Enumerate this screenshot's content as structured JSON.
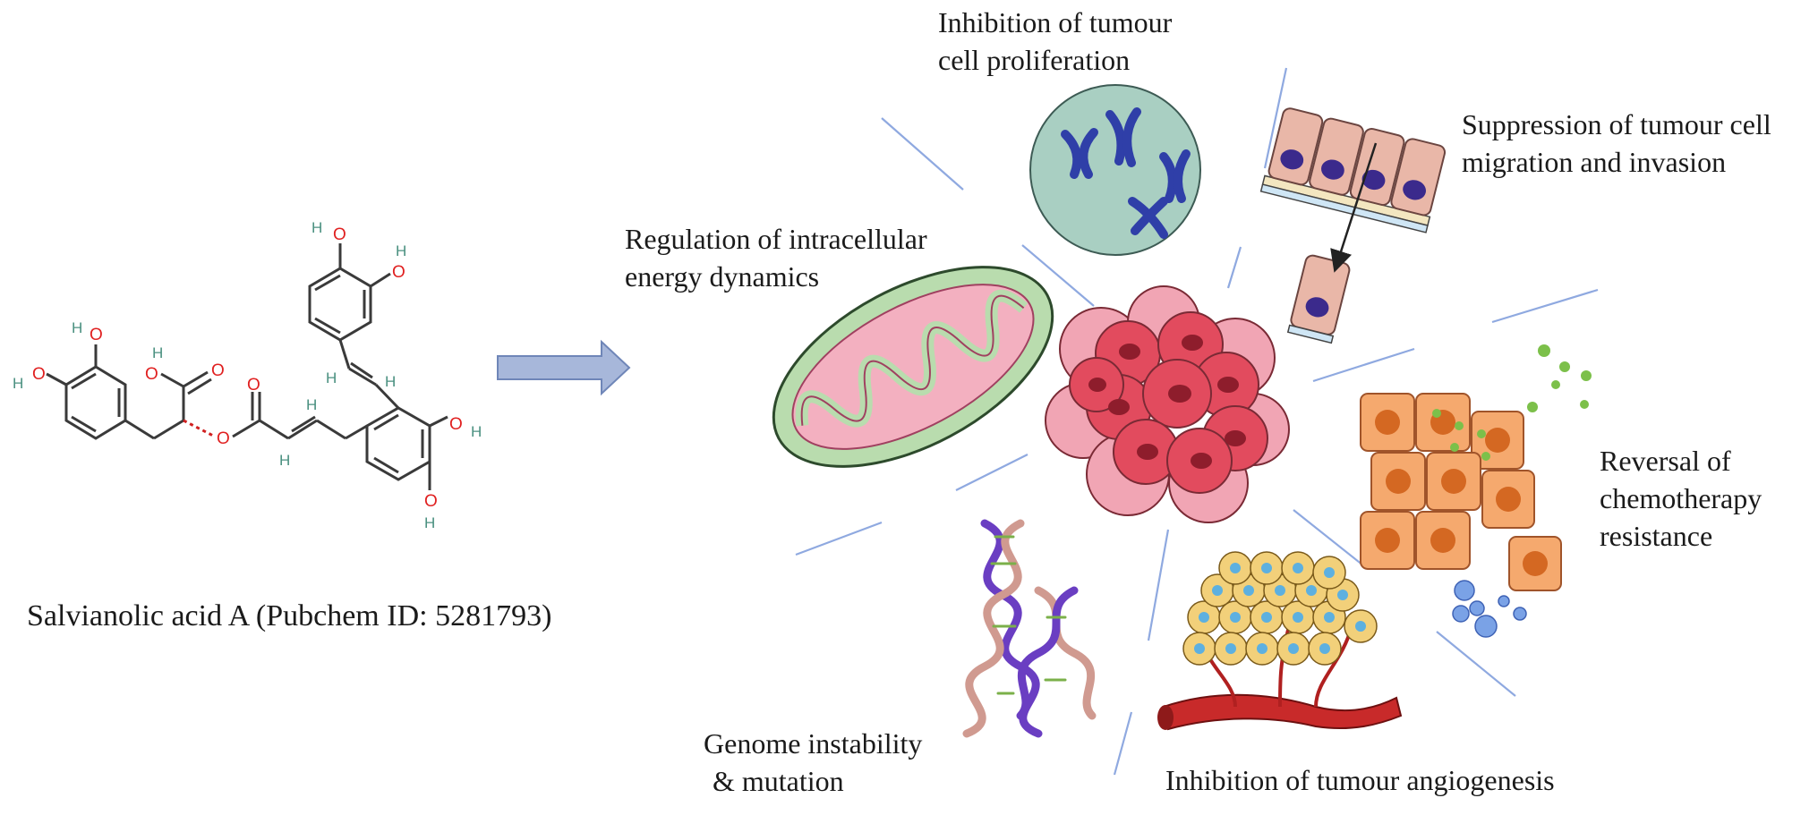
{
  "caption": "Salvianolic acid A (Pubchem ID: 5281793)",
  "labels": {
    "proliferation": [
      "Inhibition of tumour",
      "cell proliferation"
    ],
    "migration": [
      "Suppression of tumour cell",
      "migration and invasion"
    ],
    "energy": [
      "Regulation of intracellular",
      "energy dynamics"
    ],
    "chemoresistance": [
      "Reversal of",
      "chemotherapy",
      "resistance"
    ],
    "genome": [
      "Genome instability",
      "& mutation"
    ],
    "angiogenesis": "Inhibition of tumour angiogenesis"
  },
  "molecule_atoms": {
    "oxygen": "O",
    "hydrogen": "H"
  },
  "colors": {
    "arrow": "#9fb0d6",
    "ray": "#8fa9e0",
    "oxygen": "#e02020",
    "hydrogen": "#4a9080",
    "tumour_cell": "#e24b5e",
    "tumour_nucleus": "#8e1d2c",
    "mito_outer": "#b9dcae",
    "mito_inner": "#f3b0c0",
    "chromosome_dish": "#a9cfc2",
    "chromosome": "#2f3fa8",
    "chemo_cell": "#f5a96e",
    "chemo_nucleus": "#d46822",
    "drug_dot": "#7cc04a",
    "bubble": "#6d93d8",
    "vessel": "#c82a2a"
  },
  "icons": [
    "salvianolic-acid-structure",
    "arrow-right-icon",
    "tumour-cluster-icon",
    "chromosome-dish-icon",
    "epithelial-migration-icon",
    "mitochondrion-icon",
    "chemo-resistant-cells-icon",
    "dna-helix-icon",
    "angiogenesis-vessel-icon"
  ]
}
